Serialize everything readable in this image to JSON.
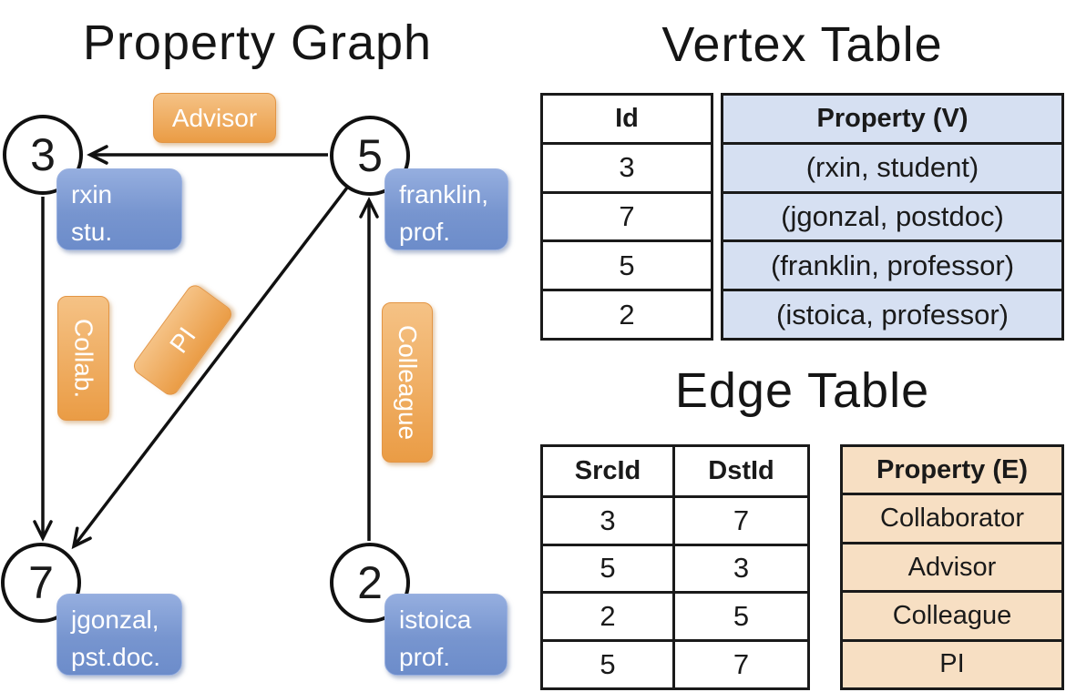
{
  "graph": {
    "title": "Property Graph",
    "nodes": {
      "n3": {
        "id": "3",
        "property": {
          "line1": "rxin",
          "line2": "stu."
        }
      },
      "n5": {
        "id": "5",
        "property": {
          "line1": "franklin,",
          "line2": "prof."
        }
      },
      "n7": {
        "id": "7",
        "property": {
          "line1": "jgonzal,",
          "line2": "pst.doc."
        }
      },
      "n2": {
        "id": "2",
        "property": {
          "line1": "istoica",
          "line2": "prof."
        }
      }
    },
    "edge_labels": {
      "advisor": "Advisor",
      "collab": "Collab.",
      "pi": "PI",
      "colleague": "Colleague"
    },
    "edges": [
      {
        "src": "5",
        "dst": "3",
        "label": "Advisor"
      },
      {
        "src": "3",
        "dst": "7",
        "label": "Collab."
      },
      {
        "src": "5",
        "dst": "7",
        "label": "PI"
      },
      {
        "src": "2",
        "dst": "5",
        "label": "Colleague"
      }
    ]
  },
  "vertex_table": {
    "title": "Vertex Table",
    "id_header": "Id",
    "property_header": "Property (V)",
    "rows": [
      {
        "id": "3",
        "property": "(rxin, student)"
      },
      {
        "id": "7",
        "property": "(jgonzal, postdoc)"
      },
      {
        "id": "5",
        "property": "(franklin, professor)"
      },
      {
        "id": "2",
        "property": "(istoica, professor)"
      }
    ]
  },
  "edge_table": {
    "title": "Edge Table",
    "src_header": "SrcId",
    "dst_header": "DstId",
    "property_header": "Property (E)",
    "rows": [
      {
        "src": "3",
        "dst": "7",
        "property": "Collaborator"
      },
      {
        "src": "5",
        "dst": "3",
        "property": "Advisor"
      },
      {
        "src": "2",
        "dst": "5",
        "property": "Colleague"
      },
      {
        "src": "5",
        "dst": "7",
        "property": "PI"
      }
    ]
  },
  "colors": {
    "vertex_box_top": "#95AEDF",
    "vertex_box_bottom": "#6C8CCA",
    "edge_box_top": "#F5C285",
    "edge_box_bottom": "#EA9C45",
    "vertex_table_fill": "#D6E0F2",
    "edge_table_fill": "#F7DFC3",
    "line": "#111111"
  }
}
